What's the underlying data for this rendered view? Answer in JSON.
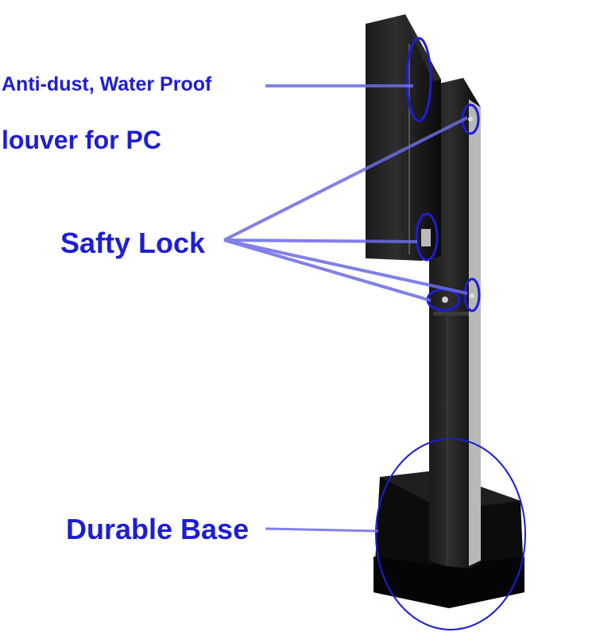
{
  "colors": {
    "annotation": "#1d1dd6",
    "stand": "#0d0d0d",
    "panel": "#bdbdbd"
  },
  "annotations": {
    "louver_line1": "Anti-dust, Water Proof",
    "louver_line2": "louver for PC",
    "lock": "Safty Lock",
    "base": "Durable Base"
  }
}
